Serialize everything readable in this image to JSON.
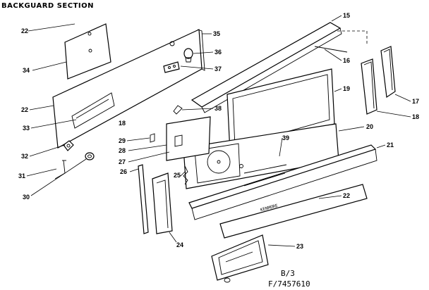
{
  "title": "BACKGUARD SECTION",
  "plate_text": "KENMORE",
  "ref_code": "B/3",
  "ref_part": "F/7457610",
  "callouts": {
    "c15": "15",
    "c16": "16",
    "c17": "17",
    "c18a": "18",
    "c18b": "18",
    "c19": "19",
    "c20": "20",
    "c21": "21",
    "c22a": "22",
    "c22b": "22",
    "c22c": "22",
    "c23": "23",
    "c24": "24",
    "c25": "25",
    "c26": "26",
    "c27": "27",
    "c28": "28",
    "c29": "29",
    "c30": "30",
    "c31": "31",
    "c32": "32",
    "c33": "33",
    "c34": "34",
    "c35": "35",
    "c36": "36",
    "c37": "37",
    "c38": "38",
    "c39": "39"
  }
}
